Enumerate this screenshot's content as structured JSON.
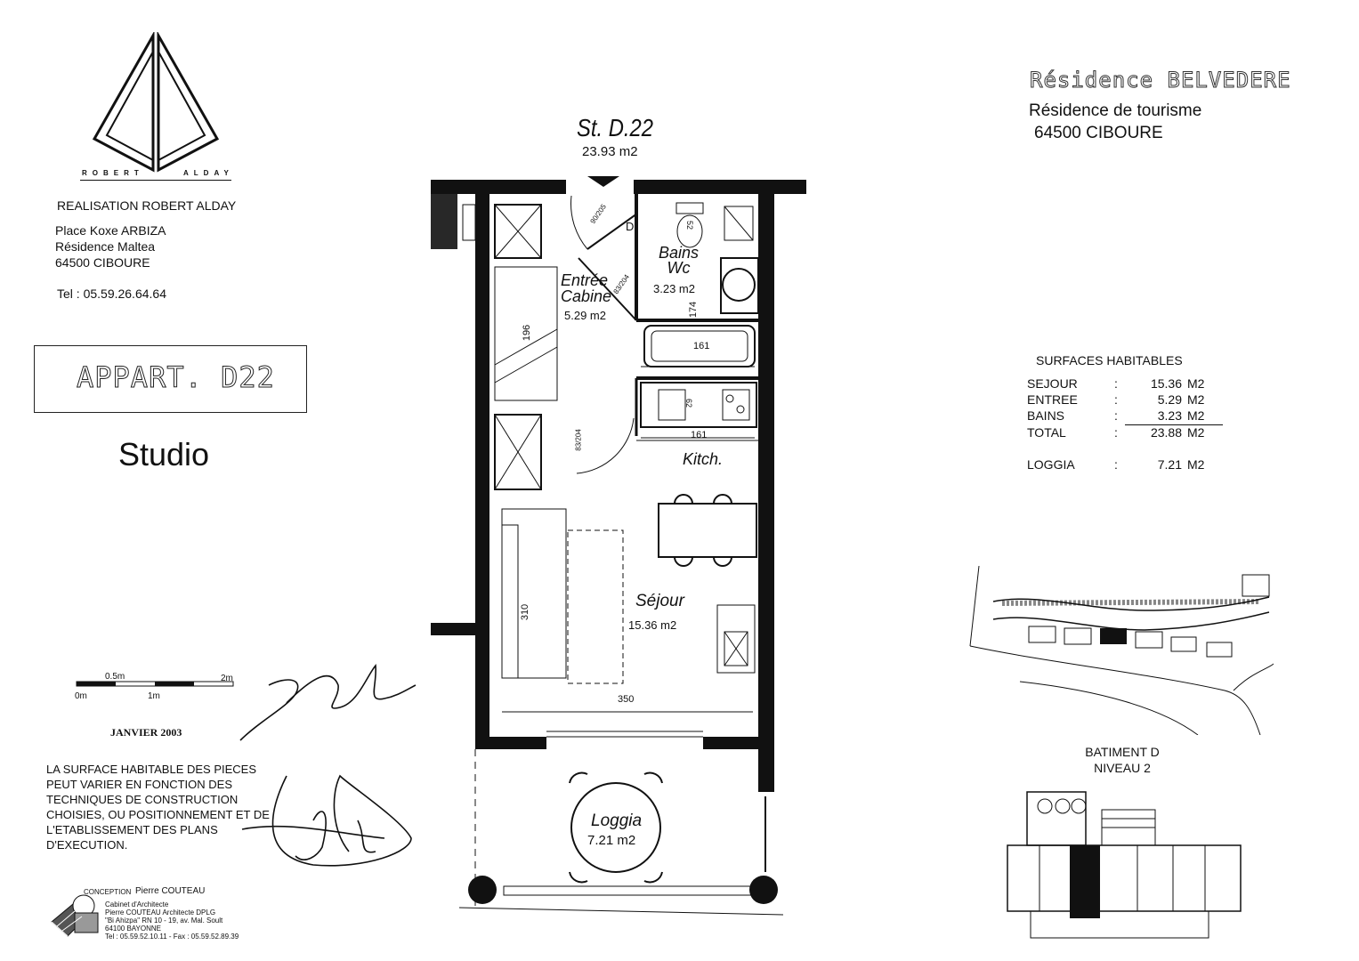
{
  "logo": {
    "name_left": "ROBERT",
    "name_right": "ALDAY"
  },
  "realisation": {
    "title": "REALISATION ROBERT ALDAY",
    "address": [
      "Place Koxe ARBIZA",
      "Résidence Maltea",
      "64500 CIBOURE"
    ],
    "tel": "Tel : 05.59.26.64.64"
  },
  "appart": {
    "label": "APPART. D22",
    "type": "Studio"
  },
  "residence": {
    "name": "Résidence BELVEDERE",
    "subtitle": "Résidence de tourisme",
    "city": "64500 CIBOURE"
  },
  "surfaces": {
    "title": "SURFACES HABITABLES",
    "rows": [
      {
        "label": "SEJOUR",
        "sep": ":",
        "value": "15.36",
        "unit": "M2"
      },
      {
        "label": "ENTREE",
        "sep": ":",
        "value": "5.29",
        "unit": "M2"
      },
      {
        "label": "BAINS",
        "sep": ":",
        "value": "3.23",
        "unit": "M2"
      },
      {
        "label": "TOTAL",
        "sep": ":",
        "value": "23.88",
        "unit": "M2"
      },
      {
        "label": "LOGGIA",
        "sep": ":",
        "value": "7.21",
        "unit": "M2"
      }
    ]
  },
  "batiment": {
    "line1": "BATIMENT D",
    "line2": "NIVEAU 2"
  },
  "plan": {
    "unit_id": "St. D.22",
    "unit_area": "23.93 m2",
    "rooms": [
      {
        "name": "Entrée",
        "name2": "Cabine",
        "area": "5.29 m2"
      },
      {
        "name": "Bains",
        "name2": "Wc",
        "area": "3.23 m2"
      },
      {
        "name": "Kitch.",
        "name2": "",
        "area": ""
      },
      {
        "name": "Séjour",
        "name2": "",
        "area": "15.36 m2"
      },
      {
        "name": "Loggia",
        "name2": "",
        "area": "7.21 m2"
      }
    ],
    "dimensions": [
      "196",
      "174",
      "161",
      "161",
      "310",
      "350",
      "52",
      "62"
    ],
    "door_labels": [
      "90/205",
      "83/204",
      "83/204"
    ],
    "door_marker": "D"
  },
  "scale": {
    "top_left": "0.5m",
    "top_right": "2m",
    "bottom_left": "0m",
    "bottom_mid": "1m"
  },
  "date": "JANVIER 2003",
  "note": [
    "LA SURFACE HABITABLE DES PIECES",
    "PEUT VARIER EN FONCTION DES",
    "TECHNIQUES DE CONSTRUCTION",
    "CHOISIES, OU POSITIONNEMENT ET DE",
    "L'ETABLISSEMENT DES PLANS",
    "D'EXECUTION."
  ],
  "conception": {
    "label": "CONCEPTION",
    "name": "Pierre COUTEAU",
    "lines": [
      "Cabinet d'Architecte",
      "Pierre COUTEAU Architecte DPLG",
      "\"Bi Ahizpa\" RN 10 - 19, av. Mal. Soult",
      "64100 BAYONNE",
      "Tel : 05.59.52.10.11 - Fax : 05.59.52.89.39"
    ]
  }
}
